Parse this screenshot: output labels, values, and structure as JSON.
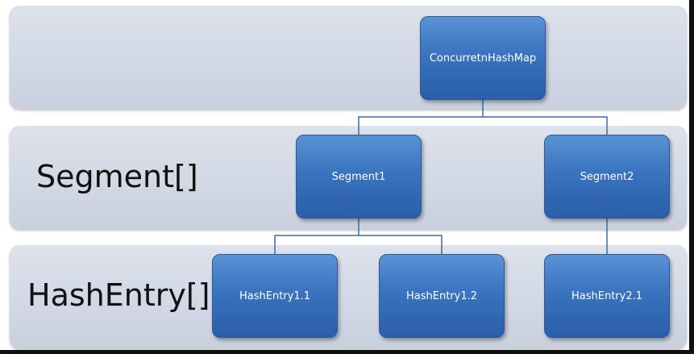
{
  "rows": {
    "segment_label": "Segment[]",
    "hashentry_label": "HashEntry[]"
  },
  "nodes": {
    "root": "ConcurretnHashMap",
    "segment1": "Segment1",
    "segment2": "Segment2",
    "hashentry_1_1": "HashEntry1.1",
    "hashentry_1_2": "HashEntry1.2",
    "hashentry_2_1": "HashEntry2.1"
  },
  "colors": {
    "node_fill": "#3a73bf",
    "band_fill": "#d3d9e5",
    "connector": "#3b6aa8"
  }
}
